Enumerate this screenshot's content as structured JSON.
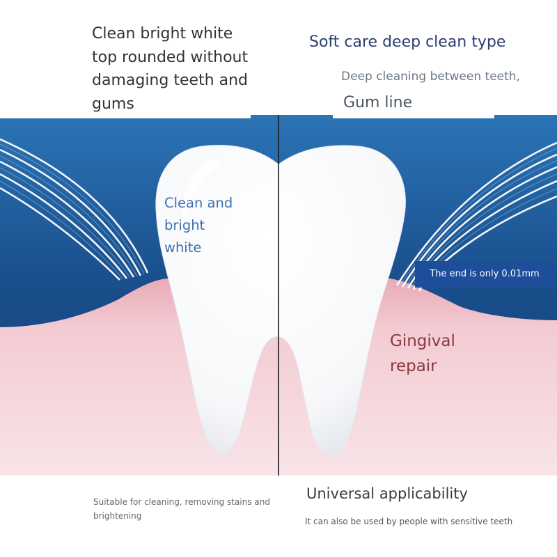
{
  "top_left": {
    "lines": [
      "Clean bright white",
      "top rounded without",
      "damaging teeth and",
      "gums"
    ]
  },
  "top_right": {
    "title": "Soft care deep clean type",
    "subtitle": "Deep cleaning between teeth,",
    "gum_line": "Gum line"
  },
  "left_panel": {
    "label_lines": [
      "Clean and",
      "bright",
      "white"
    ]
  },
  "right_panel": {
    "badge": "The end is only 0.01mm",
    "repair_lines": [
      "Gingival",
      "repair"
    ]
  },
  "bottom_left": {
    "lines": [
      "Suitable for cleaning, removing stains and",
      "brightening"
    ]
  },
  "bottom_right": {
    "title": "Universal applicability",
    "subtitle": "It can also be used by people with sensitive teeth"
  },
  "colors": {
    "background_blue": "#1d4f8c",
    "gum_pink": "#f2cbd2",
    "tooth_white": "#ffffff",
    "badge_blue": "#1e4d9a"
  }
}
